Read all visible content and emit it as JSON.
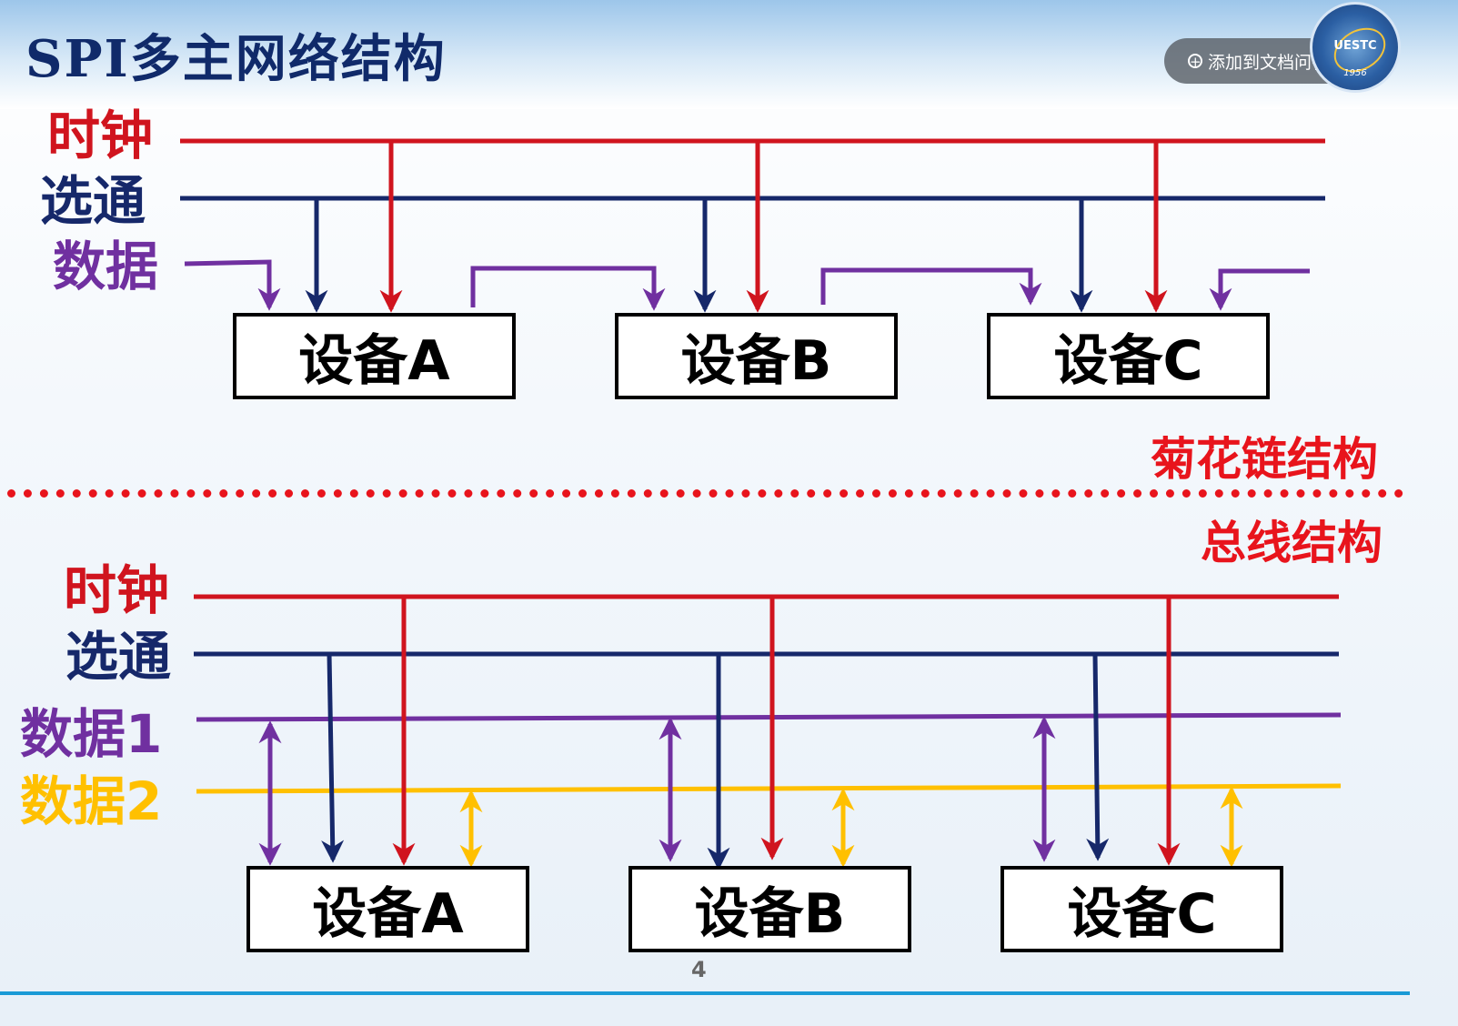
{
  "title": "SPI多主网络结构",
  "add_button": "添加到文档问答",
  "logo": {
    "text": "UESTC",
    "year": "1956"
  },
  "top": {
    "labels": {
      "clock": "时钟",
      "select": "选通",
      "data": "数据"
    },
    "devices": [
      "设备A",
      "设备B",
      "设备C"
    ],
    "structure": "菊花链结构"
  },
  "bottom": {
    "labels": {
      "clock": "时钟",
      "select": "选通",
      "data1": "数据1",
      "data2": "数据2"
    },
    "devices": [
      "设备A",
      "设备B",
      "设备C"
    ],
    "structure": "总线结构"
  },
  "page_number": "4",
  "colors": {
    "clock": "#d0141e",
    "select": "#16286a",
    "data": "#7030a0",
    "data2": "#ffc000",
    "structure": "#e8141c"
  }
}
